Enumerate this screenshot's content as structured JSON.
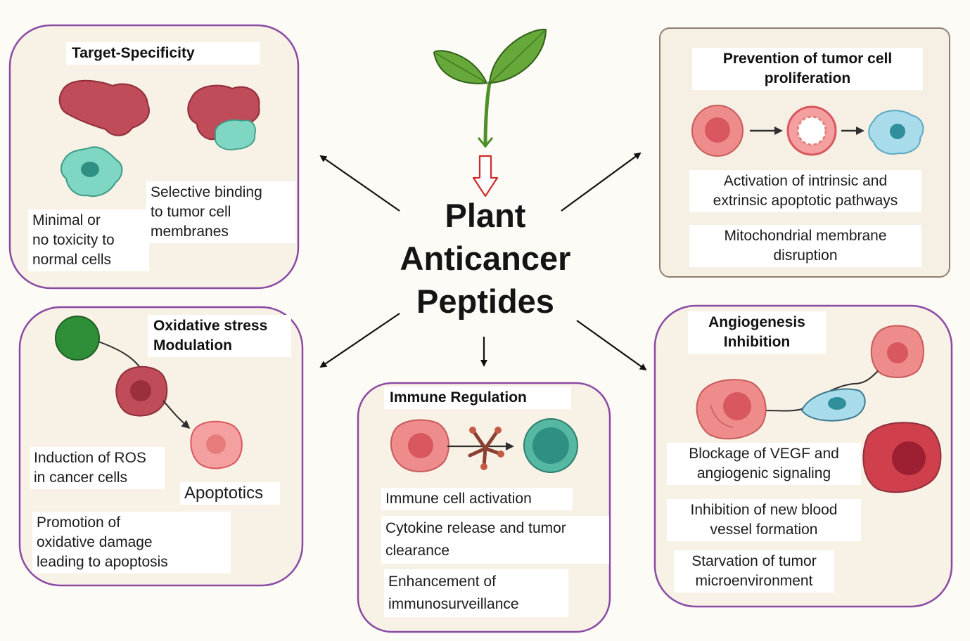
{
  "center_title": "Plant\nAnticancer\nPeptides",
  "colors": {
    "panel_border": "#8a4aa4",
    "panel_border_brown": "#8c7f70",
    "panel_fill": "#f8f1e6",
    "tumor_dark": "#bf4c58",
    "tumor_light": "#ee8c8c",
    "normal_cell": "#7fd6c2",
    "endothelial": "#a9dcea",
    "leaf": "#5e9e30",
    "green_cell": "#2f8f38"
  },
  "icons": [
    "seedling-icon",
    "down-arrow-icon",
    "antibody-icon"
  ],
  "target_specificity": {
    "title": "Target-Specificity",
    "binding_label": "Selective binding\nto tumor cell\nmembranes",
    "toxicity_label": "Minimal or\nno toxicity to\nnormal cells"
  },
  "prevention": {
    "title": "Prevention of tumor cell\nproliferation",
    "apoptosis_label": "Activation of intrinsic and\nextrinsic apoptotic pathways",
    "mito_label": "Mitochondrial membrane\ndisruption"
  },
  "oxidative": {
    "title": "Oxidative stress\nModulation",
    "ros_label": "Induction of ROS\nin cancer cells",
    "apoptotics_label": "Apoptotics",
    "damage_label": "Promotion of\noxidative damage\nleading to apoptosis"
  },
  "immune": {
    "title": "Immune Regulation",
    "activation_label": "Immune cell activation",
    "cytokine_label": "Cytokine release and tumor\nclearance",
    "surveillance_label": "Enhancement of\nimmunosurveillance"
  },
  "angiogenesis": {
    "title": "Angiogenesis\nInhibition",
    "vegf_label": "Blockage of VEGF and\nangiogenic signaling",
    "vessel_label": "Inhibition of new blood\nvessel formation",
    "starvation_label": "Starvation of tumor\nmicroenvironment"
  }
}
